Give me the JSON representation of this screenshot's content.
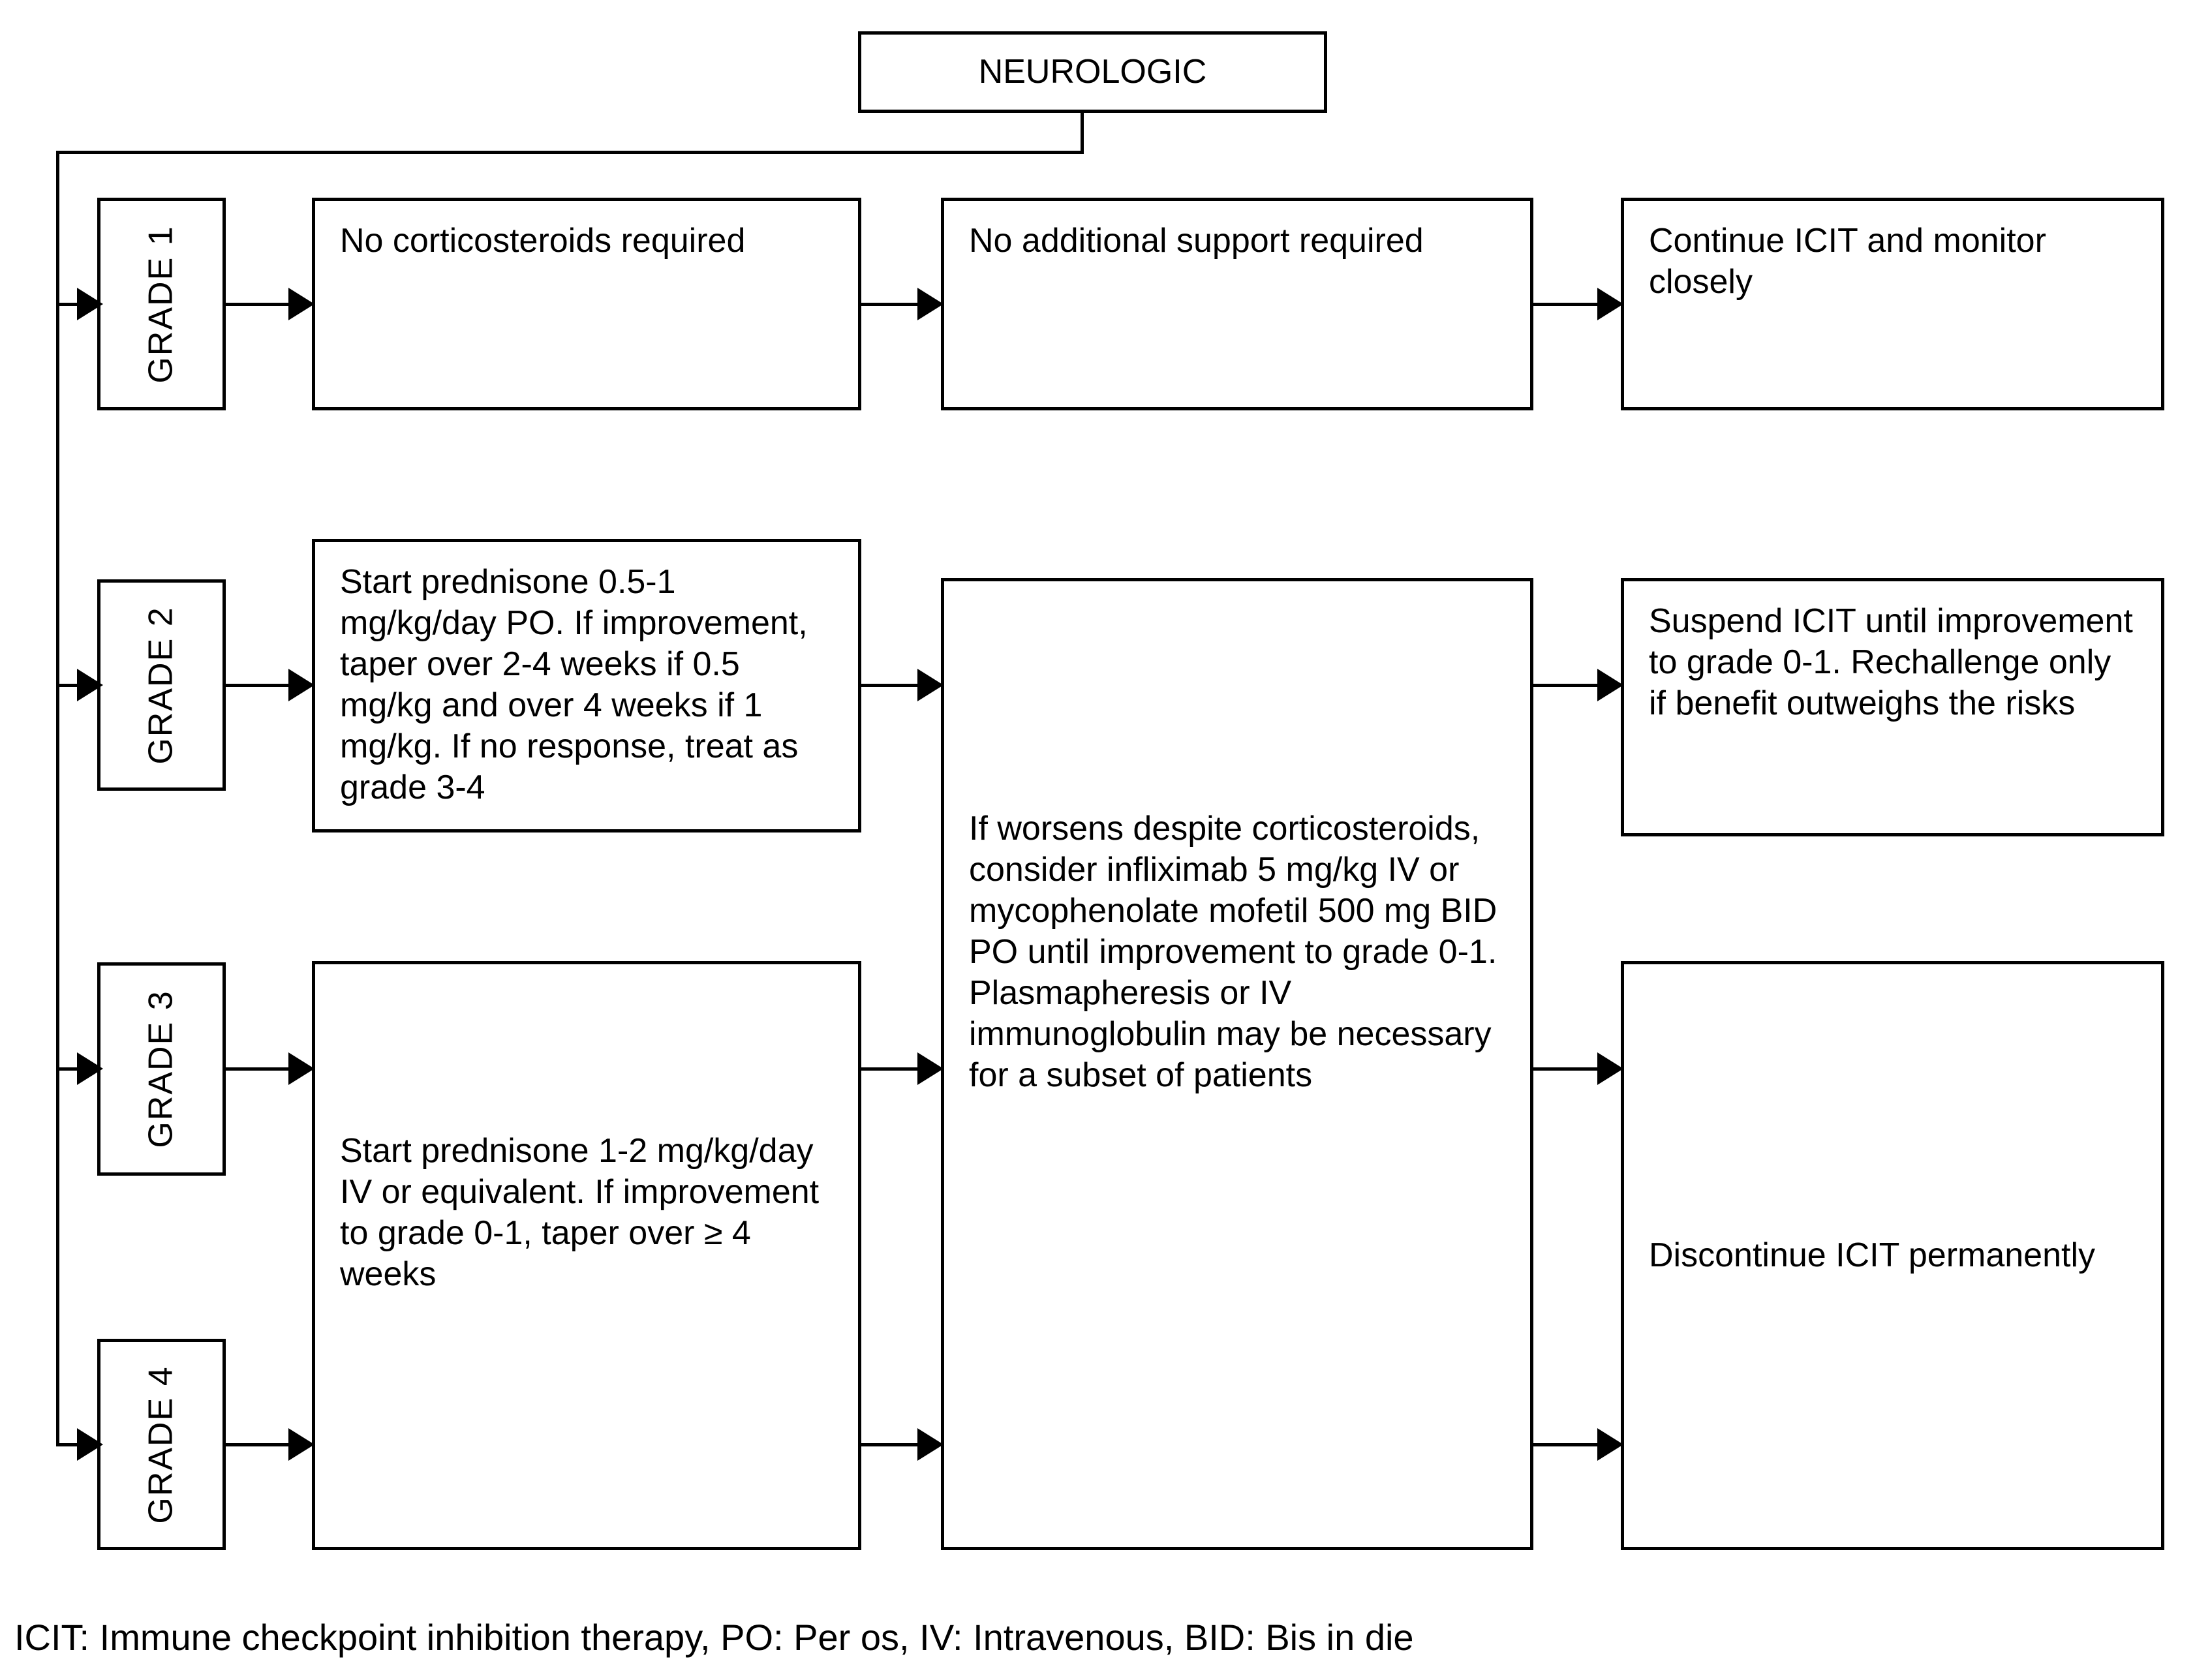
{
  "header": {
    "title": "NEUROLOGIC"
  },
  "grades": [
    "GRADE 1",
    "GRADE 2",
    "GRADE 3",
    "GRADE 4"
  ],
  "nodes": {
    "grade1_treatment": "No corticosteroids required",
    "grade1_support": "No additional support required",
    "grade1_outcome": "Continue ICIT and monitor closely",
    "grade2_treatment": "Start prednisone 0.5-1 mg/kg/day PO. If improvement, taper over 2-4 weeks if 0.5 mg/kg and over 4 weeks if 1 mg/kg. If no response, treat as grade 3-4",
    "grade2_outcome": "Suspend ICIT until improvement to grade 0-1. Rechallenge only if benefit outweighs the risks",
    "grade34_treatment": "Start prednisone 1-2 mg/kg/day IV or equivalent. If improvement to grade 0-1, taper over ≥ 4 weeks",
    "escalation": "If worsens despite corticosteroids, consider infliximab 5 mg/kg IV or mycophenolate mofetil 500 mg BID PO until improvement to grade 0-1. Plasmapheresis or IV immunoglobulin may be necessary for a subset of patients",
    "grade34_outcome": "Discontinue ICIT permanently"
  },
  "footer": {
    "legend": "ICIT: Immune checkpoint inhibition therapy, PO: Per os, IV: Intravenous, BID: Bis in die"
  },
  "colors": {
    "line": "#000000",
    "background": "#ffffff",
    "text": "#000000"
  }
}
